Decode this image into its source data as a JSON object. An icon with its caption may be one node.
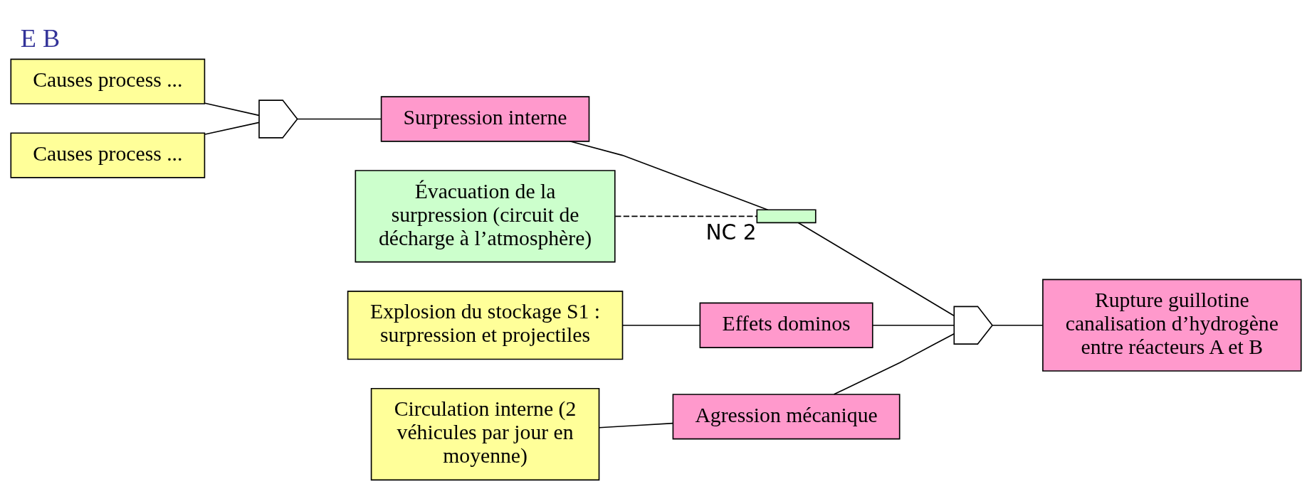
{
  "diagram": {
    "title": "E B",
    "nodes": [
      {
        "text": [
          "Causes process ..."
        ]
      },
      {
        "text": [
          "Causes process ..."
        ]
      },
      {
        "text": [],
        "shape": "gate"
      },
      {
        "text": [
          "Surpression interne"
        ]
      },
      {
        "text": [
          "Évacuation de la surpression (circuit de décharge à l’atmosphère)"
        ]
      },
      {
        "text": [],
        "shape": "bar",
        "beside": [
          "NC 2"
        ]
      },
      {
        "text": [
          "Explosion du stockage S1 : surpression et projectiles"
        ]
      },
      {
        "text": [
          "Effets dominos"
        ]
      },
      {
        "text": [
          "Circulation interne (2 véhicules par jour en moyenne)"
        ]
      },
      {
        "text": [
          "Agression mécanique"
        ]
      },
      {
        "text": [],
        "shape": "gate"
      },
      {
        "text": [
          "Rupture guillotine canalisation d’hydrogène entre réacteurs A et B"
        ]
      }
    ],
    "edges": [
      {
        "from": 0,
        "to": 2,
        "arrow": "none"
      },
      {
        "from": 1,
        "to": 2,
        "arrow": "none"
      },
      {
        "from": 2,
        "to": 3,
        "arrow": "none"
      },
      {
        "from": 3,
        "to": 5,
        "arrow": "none"
      },
      {
        "from": 4,
        "to": 5,
        "arrow": "none",
        "style": "dashed"
      },
      {
        "from": 5,
        "to": 10,
        "arrow": "none"
      },
      {
        "from": 6,
        "to": 7,
        "arrow": "none"
      },
      {
        "from": 7,
        "to": 10,
        "arrow": "none"
      },
      {
        "from": 8,
        "to": 9,
        "arrow": "none"
      },
      {
        "from": 9,
        "to": 10,
        "arrow": "none"
      },
      {
        "from": 10,
        "to": 11,
        "arrow": "none"
      }
    ]
  }
}
